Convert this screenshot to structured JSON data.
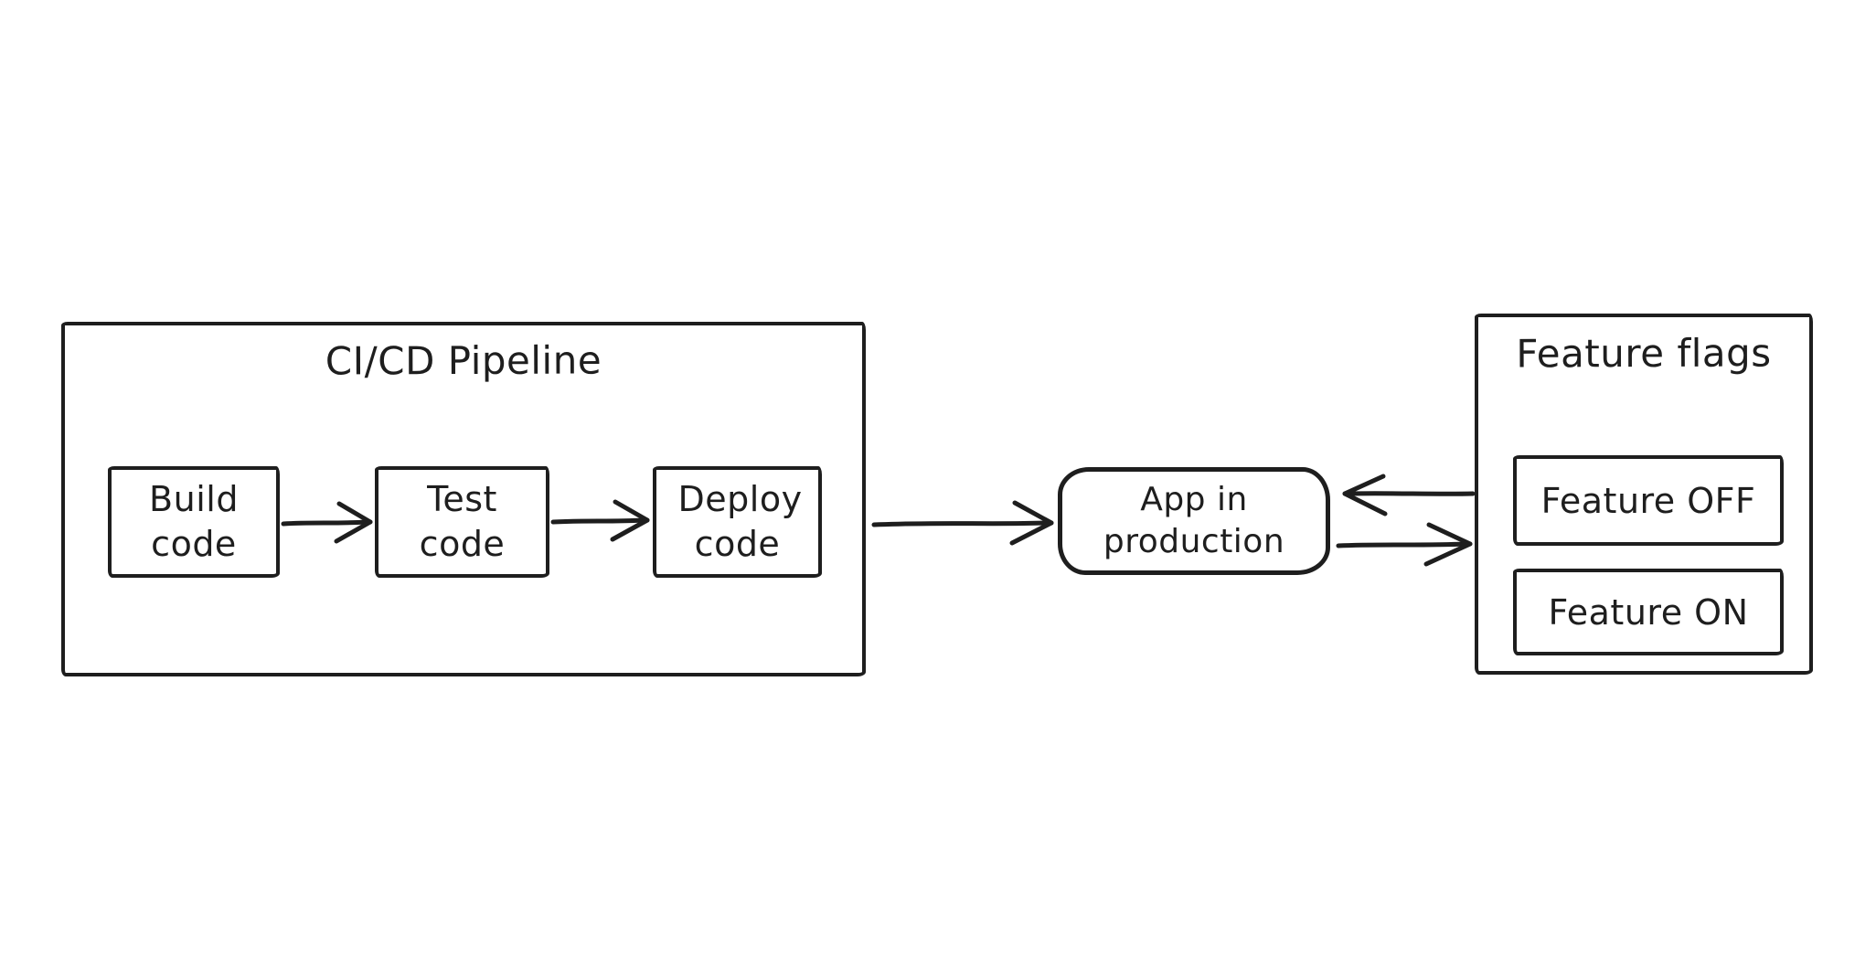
{
  "canvas": {
    "background_color": "#ffffff",
    "ink_color": "#1e1e1e",
    "style": "hand-drawn-diagram"
  },
  "pipeline": {
    "title": "CI/CD Pipeline",
    "steps": [
      {
        "label": "Build code"
      },
      {
        "label": "Test code"
      },
      {
        "label": "Deploy code"
      }
    ]
  },
  "app": {
    "label": "App in production"
  },
  "feature_flags": {
    "title": "Feature flags",
    "items": [
      {
        "label": "Feature OFF"
      },
      {
        "label": "Feature ON"
      }
    ]
  },
  "arrows": [
    {
      "name": "build-to-test",
      "direction": "right"
    },
    {
      "name": "test-to-deploy",
      "direction": "right"
    },
    {
      "name": "pipeline-to-app",
      "direction": "right"
    },
    {
      "name": "feature-flags-to-app",
      "direction": "left"
    },
    {
      "name": "app-to-feature-flags",
      "direction": "right"
    }
  ]
}
